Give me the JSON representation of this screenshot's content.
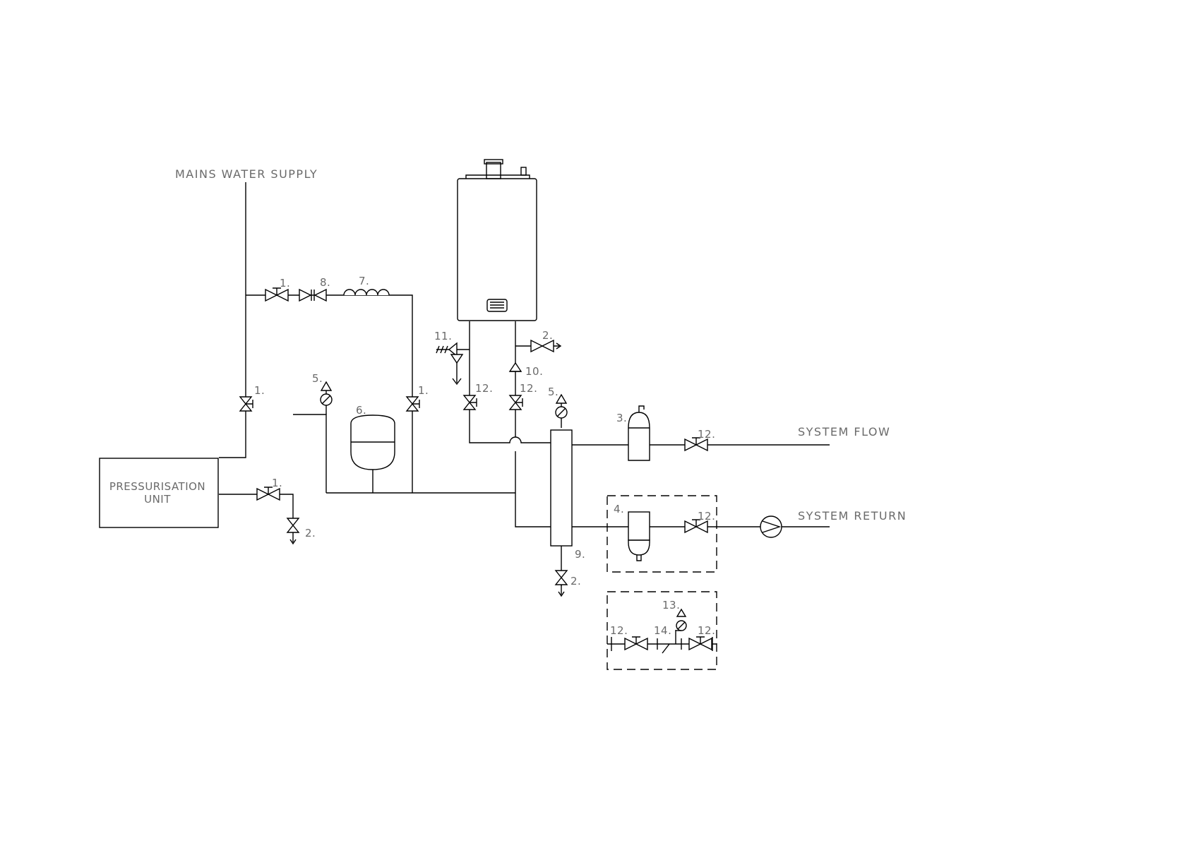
{
  "labels": {
    "mains_water_supply": "MAINS WATER SUPPLY",
    "system_flow": "SYSTEM FLOW",
    "system_return": "SYSTEM RETURN",
    "pressurisation_line1": "PRESSURISATION",
    "pressurisation_line2": "UNIT"
  },
  "callouts": {
    "n1": "1.",
    "n2": "2.",
    "n3": "3.",
    "n4": "4.",
    "n5": "5.",
    "n6": "6.",
    "n7": "7.",
    "n8": "8.",
    "n9": "9.",
    "n10": "10.",
    "n11": "11.",
    "n12": "12.",
    "n13": "13.",
    "n14": "14."
  },
  "colors": {
    "line": "#000000",
    "label": "#6a6a6a",
    "background": "#ffffff"
  }
}
